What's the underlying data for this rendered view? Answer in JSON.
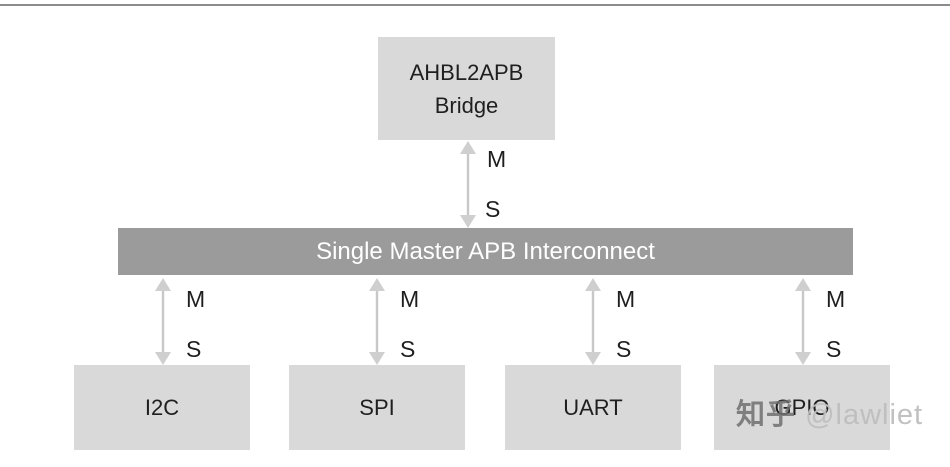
{
  "diagram": {
    "bridge": {
      "line1": "AHBL2APB",
      "line2": "Bridge"
    },
    "bridge_link": {
      "master": "M",
      "slave": "S"
    },
    "interconnect": {
      "label": "Single Master APB Interconnect"
    },
    "peripherals": [
      {
        "name": "I2C",
        "master": "M",
        "slave": "S"
      },
      {
        "name": "SPI",
        "master": "M",
        "slave": "S"
      },
      {
        "name": "UART",
        "master": "M",
        "slave": "S"
      },
      {
        "name": "GPIO",
        "master": "M",
        "slave": "S"
      }
    ],
    "colors": {
      "peripheral_box_fill": "#d9d9d9",
      "interconnect_fill": "#9b9b9b",
      "interconnect_text": "#ffffff",
      "arrow": "#c8c8c8",
      "label_text": "#1f1f1f",
      "top_rule": "#8c8c8c"
    }
  },
  "watermark": {
    "site": "知乎",
    "handle": "@lawliet"
  }
}
